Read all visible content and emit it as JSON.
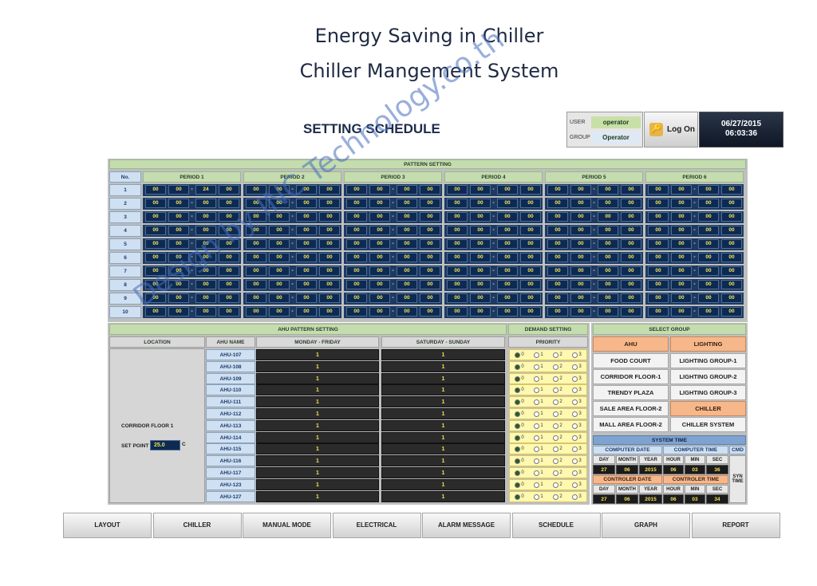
{
  "page": {
    "title_line1": "Energy Saving in Chiller",
    "title_line2": "Chiller Mangement System",
    "watermark": "Design by INC Technology.co.th"
  },
  "header": {
    "title": "SETTING SCHEDULE",
    "user_label": "USER",
    "user_value": "operator",
    "group_label": "GROUP",
    "group_value": "Operator",
    "login_label": "Log On",
    "date": "06/27/2015",
    "time": "06:03:36"
  },
  "pattern": {
    "title": "PATTERN SETTING",
    "no_label": "No.",
    "periods": [
      "PERIOD 1",
      "PERIOD 2",
      "PERIOD 3",
      "PERIOD 4",
      "PERIOD 5",
      "PERIOD 6"
    ],
    "rows": [
      {
        "no": "1",
        "p1": [
          "00",
          "00",
          "24",
          "00"
        ]
      },
      {
        "no": "2",
        "p1": [
          "00",
          "00",
          "00",
          "00"
        ]
      },
      {
        "no": "3",
        "p1": [
          "00",
          "00",
          "00",
          "00"
        ]
      },
      {
        "no": "4",
        "p1": [
          "00",
          "00",
          "00",
          "00"
        ]
      },
      {
        "no": "5",
        "p1": [
          "00",
          "00",
          "00",
          "00"
        ]
      },
      {
        "no": "6",
        "p1": [
          "00",
          "00",
          "00",
          "00"
        ]
      },
      {
        "no": "7",
        "p1": [
          "00",
          "00",
          "00",
          "00"
        ]
      },
      {
        "no": "8",
        "p1": [
          "00",
          "00",
          "00",
          "00"
        ]
      },
      {
        "no": "9",
        "p1": [
          "00",
          "00",
          "00",
          "00"
        ]
      },
      {
        "no": "10",
        "p1": [
          "00",
          "00",
          "00",
          "00"
        ]
      }
    ],
    "default_value": "00",
    "separator": "-"
  },
  "ahu_pattern": {
    "title": "AHU PATTERN SETTING",
    "location_label": "LOCATION",
    "ahu_name_label": "AHU NAME",
    "weekday_label": "MONDAY - FRIDAY",
    "weekend_label": "SATURDAY - SUNDAY",
    "location": "CORRIDOR FLOOR 1",
    "setpoint_label": "SET POINT",
    "setpoint_value": "25.0",
    "setpoint_unit": "C",
    "rows": [
      {
        "name": "AHU-107",
        "weekday": "1",
        "weekend": "1"
      },
      {
        "name": "AHU-108",
        "weekday": "1",
        "weekend": "1"
      },
      {
        "name": "AHU-109",
        "weekday": "1",
        "weekend": "1"
      },
      {
        "name": "AHU-110",
        "weekday": "1",
        "weekend": "1"
      },
      {
        "name": "AHU-111",
        "weekday": "1",
        "weekend": "1"
      },
      {
        "name": "AHU-112",
        "weekday": "1",
        "weekend": "1"
      },
      {
        "name": "AHU-113",
        "weekday": "1",
        "weekend": "1"
      },
      {
        "name": "AHU-114",
        "weekday": "1",
        "weekend": "1"
      },
      {
        "name": "AHU-115",
        "weekday": "1",
        "weekend": "1"
      },
      {
        "name": "AHU-116",
        "weekday": "1",
        "weekend": "1"
      },
      {
        "name": "AHU-117",
        "weekday": "1",
        "weekend": "1"
      },
      {
        "name": "AHU-123",
        "weekday": "1",
        "weekend": "1"
      },
      {
        "name": "AHU-127",
        "weekday": "1",
        "weekend": "1"
      }
    ]
  },
  "demand": {
    "title": "DEMAND SETTING",
    "priority_label": "PRIORITY",
    "options": [
      "0",
      "1",
      "2",
      "3"
    ],
    "selected": "0"
  },
  "select_group": {
    "title": "SELECT GROUP",
    "ahu_label": "AHU",
    "lighting_label": "LIGHTING",
    "left_items": [
      "FOOD COURT",
      "CORRIDOR FLOOR-1",
      "TRENDY PLAZA",
      "SALE AREA FLOOR-2",
      "MALL AREA FLOOR-2"
    ],
    "right_items": [
      "LIGHTING GROUP-1",
      "LIGHTING GROUP-2",
      "LIGHTING GROUP-3",
      "CHILLER",
      "CHILLER SYSTEM"
    ]
  },
  "system_time": {
    "title": "SYSTEM TIME",
    "computer_date_label": "COMPUTER DATE",
    "computer_time_label": "COMPUTER TIME",
    "controller_date_label": "CONTROLER DATE",
    "controller_time_label": "CONTROLER TIME",
    "cmd_label": "CMD",
    "syn_label": "SYN TIME",
    "col_labels": [
      "DAY",
      "MONTH",
      "YEAR",
      "HOUR",
      "MIN",
      "SEC"
    ],
    "computer_values": [
      "27",
      "06",
      "2015",
      "06",
      "03",
      "36"
    ],
    "controller_values": [
      "27",
      "06",
      "2015",
      "06",
      "03",
      "34"
    ]
  },
  "nav": [
    "LAYOUT",
    "CHILLER",
    "MANUAL MODE",
    "ELECTRICAL",
    "ALARM MESSAGE",
    "SCHEDULE",
    "GRAPH",
    "REPORT"
  ],
  "colors": {
    "header_green": "#c4dcae",
    "cell_navy": "#0d2a52",
    "value_yellow": "#f2e15a",
    "orange_group": "#f6b88a"
  }
}
